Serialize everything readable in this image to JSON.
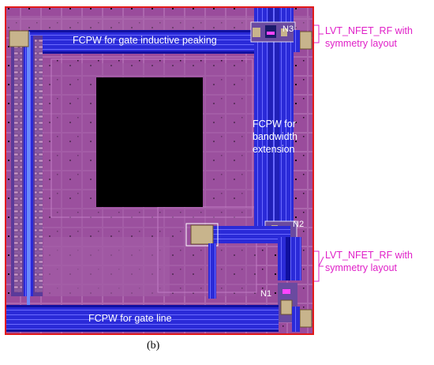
{
  "labels": {
    "gate_peaking": "FCPW for gate inductive peaking",
    "bandwidth_line1": "FCPW for",
    "bandwidth_line2": "bandwidth",
    "bandwidth_line3": "extension",
    "gate_line": "FCPW for gate line",
    "n1": "N1",
    "n2": "N2",
    "n3": "N3"
  },
  "annotations": {
    "top_line1": "LVT_NFET_RF with",
    "top_line2": "symmetry layout",
    "bottom_line1": "LVT_NFET_RF with",
    "bottom_line2": "symmetry layout"
  },
  "caption": "(b)",
  "colors": {
    "substrate": "#9a4c9c",
    "metal_blue": "#2a2ad8",
    "annotation": "#e020c8",
    "frame": "#e21a1a",
    "pad": "#c8b48c"
  }
}
